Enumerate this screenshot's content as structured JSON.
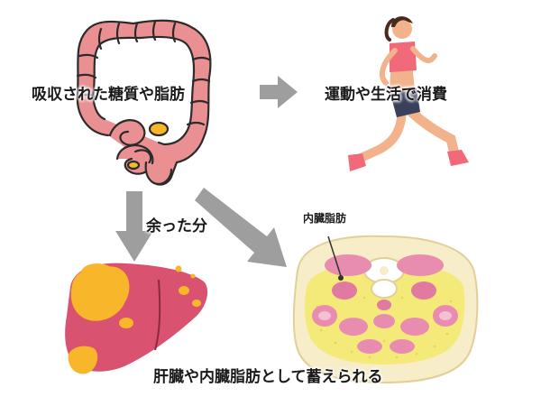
{
  "labels": {
    "absorbed": "吸収された糖質や脂肪",
    "consumed": "運動や生活で消費",
    "excess": "余った分",
    "visceral_fat": "内臓脂肪",
    "stored": "肝臓や内臓脂肪として蓄えられる"
  },
  "colors": {
    "intestine": "#ea8f92",
    "intestine_outline": "#2b2b2b",
    "fat_yellow": "#f8b62a",
    "liver": "#d9526f",
    "arrow_gray": "#9e9e9e",
    "runner_top": "#f06a7a",
    "skin": "#f2b38c",
    "cross_section_bg": "#f7edc9",
    "cross_section_fat": "#f4ea7a",
    "organ_pink": "#e98db0"
  },
  "icons": [
    "intestine-icon",
    "runner-icon",
    "liver-icon",
    "abdomen-cross-section-icon",
    "arrow-right-icon",
    "arrow-down-icon",
    "arrow-diagonal-icon"
  ]
}
